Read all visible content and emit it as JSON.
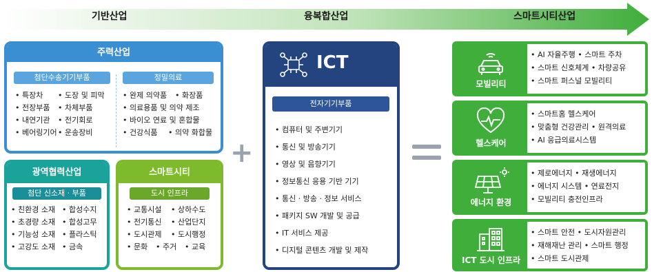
{
  "header": {
    "base": "기반산업",
    "convergence": "융복합산업",
    "smartcity": "스마트시티산업"
  },
  "main_industry": {
    "title": "주력산업",
    "left": {
      "tag": "첨단수송기기부품",
      "rows": [
        [
          "• 특장차",
          "• 도장 및 피막"
        ],
        [
          "• 전장부품",
          "• 차체부품"
        ],
        [
          "• 내연기관",
          "• 전기회로"
        ],
        [
          "• 베어링기어",
          "• 운송장비"
        ]
      ]
    },
    "right": {
      "tag": "정밀의료",
      "rows": [
        [
          "• 완제 의약품",
          "• 화장품"
        ],
        [
          "• 의료용품 및 의약 제조"
        ],
        [
          "• 바이오 연료 및 혼합물"
        ],
        [
          "• 건강식품",
          "• 의약 화합물"
        ]
      ]
    }
  },
  "regional": {
    "title": "광역협력산업",
    "tag": "첨단 신소재 · 부품",
    "rows": [
      [
        "• 친환경 소재",
        "• 합성수지"
      ],
      [
        "• 초경량 소재",
        "• 합성고무"
      ],
      [
        "• 기능성 소재",
        "• 플라스틱"
      ],
      [
        "• 고강도 소재",
        "• 금속"
      ]
    ]
  },
  "smart_city_box": {
    "title": "스마트시티",
    "tag": "도시 인프라",
    "rows": [
      [
        "• 교통시설",
        "• 상하수도"
      ],
      [
        "• 전기통신",
        "• 산업단지"
      ],
      [
        "• 도시관제",
        "• 도시행정"
      ],
      [
        "• 문화",
        "• 주거",
        "• 교육"
      ]
    ]
  },
  "ict": {
    "title": "ICT",
    "tag": "전자기기부품",
    "items": [
      "• 컴퓨터 및 주변기기",
      "• 통신 및 방송기기",
      "• 영상 및 음향기기",
      "• 정보통신 응용 기반 기기",
      "• 통신 · 방송 · 정보 서비스",
      "• 패키지 SW 개발 및 공급",
      "• IT 서비스 제공",
      "• 디지털 콘텐츠 개발 및 제작"
    ]
  },
  "symbols": {
    "plus": "+",
    "equals": "="
  },
  "smartcity_industries": [
    {
      "label": "모빌리티",
      "icon": "car-icon",
      "rows": [
        "• AI 자율주행  • 스마트 주차",
        "• 스마트 신호체계  • 차량공유",
        "• 스마트 퍼스널 모빌리티"
      ]
    },
    {
      "label": "헬스케어",
      "icon": "heart-pulse-icon",
      "rows": [
        "• 스마트홈 헬스케어",
        "• 맞춤형 건강관리  • 원격의료",
        "• AI 응급의료시스템"
      ]
    },
    {
      "label": "에너지 환경",
      "icon": "solar-panel-icon",
      "rows": [
        "• 제로에너지   • 재생에너지",
        "• 에너지 시스템  • 연료전지",
        "• 모빌리티 충전인프라"
      ]
    },
    {
      "label": "ICT 도시 인프라",
      "icon": "building-icon",
      "rows": [
        "• 스마트 안전  • 도시자원관리",
        "• 재해재난 관리 • 스마트 행정",
        "• 스마트 도시관제"
      ]
    }
  ],
  "colors": {
    "arrow_start": "#ffffff",
    "arrow_end": "#3fae3a",
    "main": "#3a8fd2",
    "main_tag": "#5aa5de",
    "regional": "#1aa39a",
    "regional_tag": "#1a8f9a",
    "smartcity": "#7dbb2c",
    "smartcity_tag": "#6aa82a",
    "ict": "#23447f",
    "ict_tag": "#2e5597",
    "green": "#3fae3a"
  }
}
